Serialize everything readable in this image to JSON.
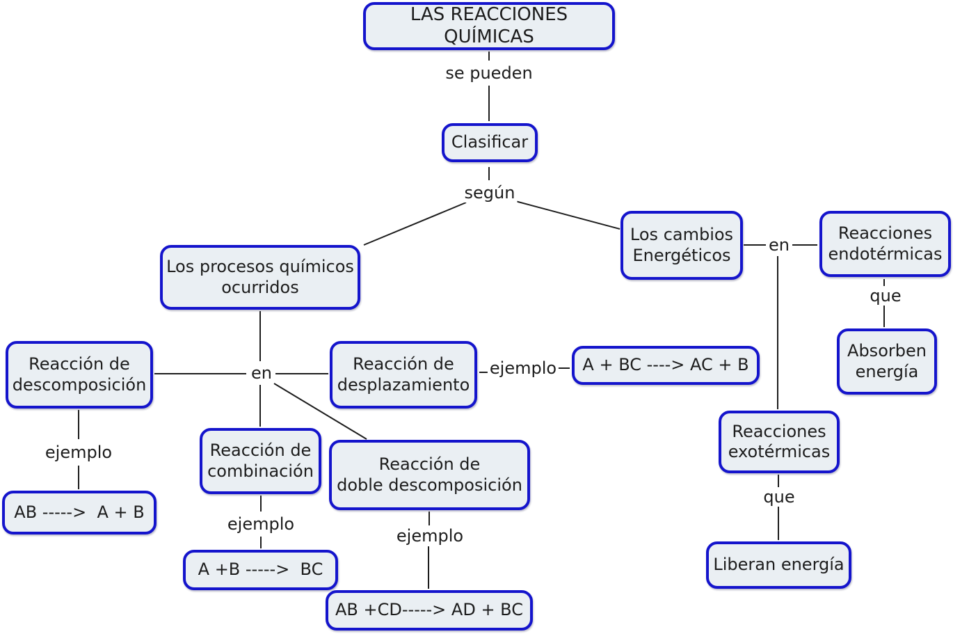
{
  "colors": {
    "background": "#ffffff",
    "node_border": "#1414cc",
    "node_fill": "#eaeff3",
    "line": "#1c1c1c",
    "text": "#1c1c1c"
  },
  "diagram": {
    "title": "LAS REACCIONES QUÍMICAS",
    "nodes": {
      "clasificar": "Clasificar",
      "procesos": "Los procesos químicos\nocurridos",
      "cambios": "Los cambios\nEnergéticos",
      "endotermicas": "Reacciones\nendotérmicas",
      "absorben": "Absorben\nenergía",
      "exotermicas": "Reacciones\nexotérmicas",
      "liberan": "Liberan energía",
      "descomposicion": "Reacción de\ndescomposición",
      "desplazamiento": "Reacción de\ndesplazamiento",
      "combinacion": "Reacción de\ncombinación",
      "doble": "Reacción de\ndoble descomposición",
      "eq_descomposicion": "AB ----->  A + B",
      "eq_desplazamiento": "A + BC ----> AC + B",
      "eq_combinacion": "A +B ----->  BC",
      "eq_doble": "AB +CD-----> AD + BC"
    },
    "links": {
      "se_pueden": "se pueden",
      "segun": "según",
      "en": "en",
      "ejemplo": "ejemplo",
      "que": "que"
    }
  }
}
